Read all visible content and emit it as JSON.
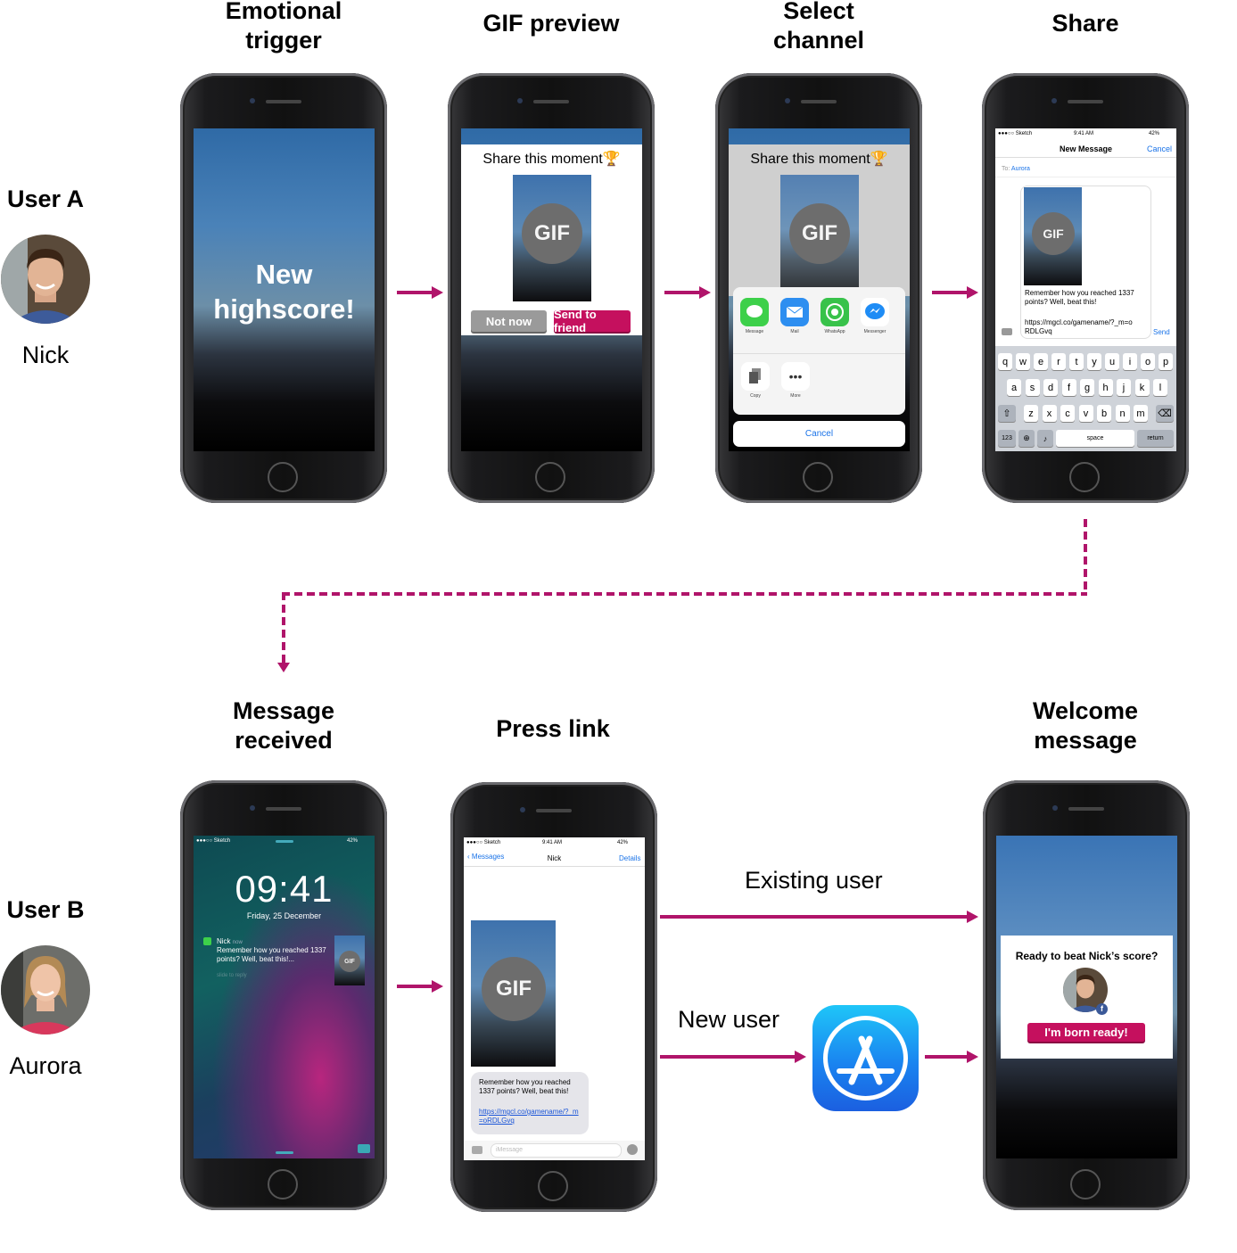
{
  "headings": {
    "emotional_trigger": "Emotional\ntrigger",
    "gif_preview": "GIF preview",
    "select_channel": "Select\nchannel",
    "share": "Share",
    "message_received": "Message\nreceived",
    "press_link": "Press link",
    "welcome_message": "Welcome\nmessage"
  },
  "users": {
    "a": {
      "label": "User A",
      "name": "Nick"
    },
    "b": {
      "label": "User B",
      "name": "Aurora"
    }
  },
  "branches": {
    "existing": "Existing user",
    "new": "New user"
  },
  "screens": {
    "trigger": {
      "text": "New\nhighscore!"
    },
    "preview": {
      "title": "Share this moment",
      "gif": "GIF",
      "btn_no": "Not now",
      "btn_send": "Send to friend"
    },
    "channel": {
      "title": "Share this moment",
      "gif": "GIF",
      "apps": [
        "Message",
        "Mail",
        "WhatsApp",
        "Messenger"
      ],
      "actions": [
        "Copy",
        "More"
      ],
      "cancel": "Cancel"
    },
    "compose": {
      "carrier": "●●●○○ Sketch",
      "time": "9:41 AM",
      "battery": "42%",
      "title": "New Message",
      "cancel": "Cancel",
      "to_label": "To:",
      "to": "Aurora",
      "gif": "GIF",
      "body": "Remember how you reached 1337 points? Well, beat this!",
      "link": "https://mgcl.co/gamename/?_m=oRDLGvq",
      "send": "Send",
      "row1": [
        "q",
        "w",
        "e",
        "r",
        "t",
        "y",
        "u",
        "i",
        "o",
        "p"
      ],
      "row2": [
        "a",
        "s",
        "d",
        "f",
        "g",
        "h",
        "j",
        "k",
        "l"
      ],
      "row3": [
        "z",
        "x",
        "c",
        "v",
        "b",
        "n",
        "m"
      ],
      "k123": "123",
      "space": "space",
      "return": "return"
    },
    "lock": {
      "carrier": "●●●○○ Sketch",
      "battery": "42%",
      "time": "09:41",
      "date": "Friday, 25 December",
      "sender": "Nick",
      "ago": "now",
      "body": "Remember how you reached 1337 points? Well, beat this!...",
      "slide": "slide to reply",
      "gif": "GIF"
    },
    "messages": {
      "carrier": "●●●○○ Sketch",
      "time": "9:41 AM",
      "battery": "42%",
      "back": "Messages",
      "contact": "Nick",
      "details": "Details",
      "gif": "GIF",
      "body": "Remember how you reached 1337 points? Well, beat this!",
      "link": "https://mgcl.co/gamename/?_m=oRDLGvq",
      "placeholder": "iMessage"
    },
    "welcome": {
      "question": "Ready to beat Nick’s score?",
      "button": "I'm born ready!"
    }
  },
  "colors": {
    "accent": "#b0146a",
    "button_pink": "#c5105e",
    "ios_blue": "#1a73e8"
  }
}
